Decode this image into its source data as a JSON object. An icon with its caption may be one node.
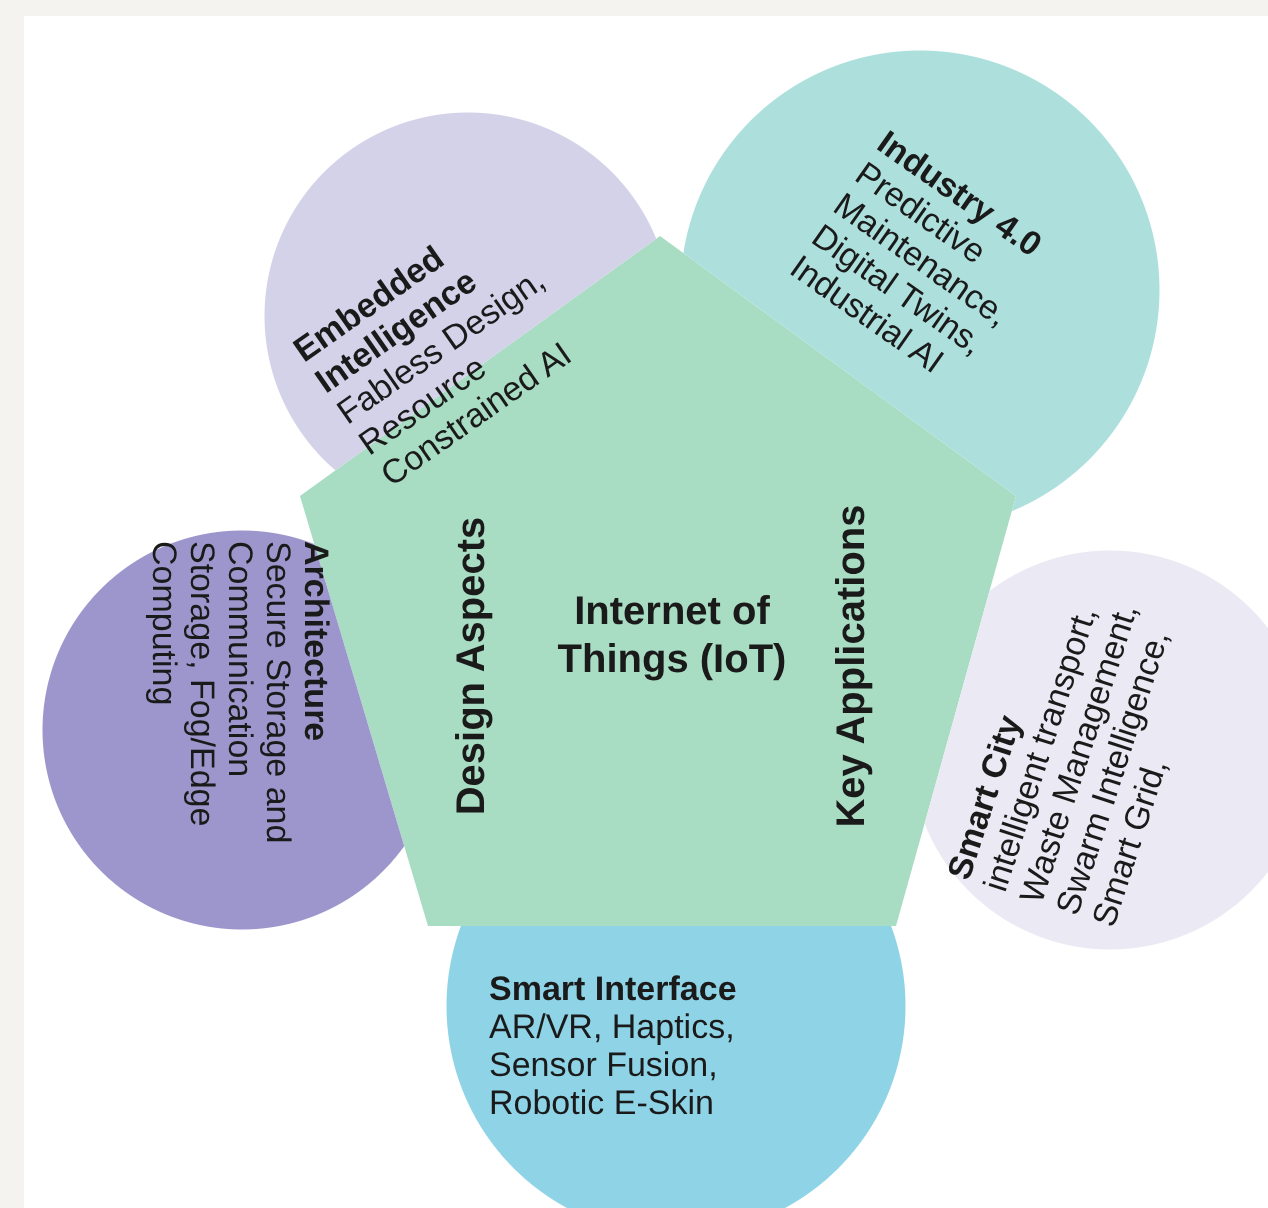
{
  "diagram": {
    "nodes": [
      {
        "text": [
          "Internet of Things (IoT)",
          "Design Aspects",
          "Key Applications"
        ]
      },
      {
        "text": [
          "Embedded Intelligence",
          "Fabless Design, Resource Constrained AI"
        ]
      },
      {
        "text": [
          "Industry 4.0",
          "Predictive Maintenance, Digital Twins, Industrial AI"
        ]
      },
      {
        "text": [
          "Architecture",
          "Secure Storage and Communication Storage, Fog/Edge Computing"
        ]
      },
      {
        "text": [
          "Smart City",
          "intelligent transport, Waste Management, Swarm Intelligence, Smart Grid,"
        ]
      },
      {
        "text": [
          "Smart Interface",
          "AR/VR, Haptics, Sensor Fusion, Robotic E-Skin"
        ]
      }
    ]
  }
}
